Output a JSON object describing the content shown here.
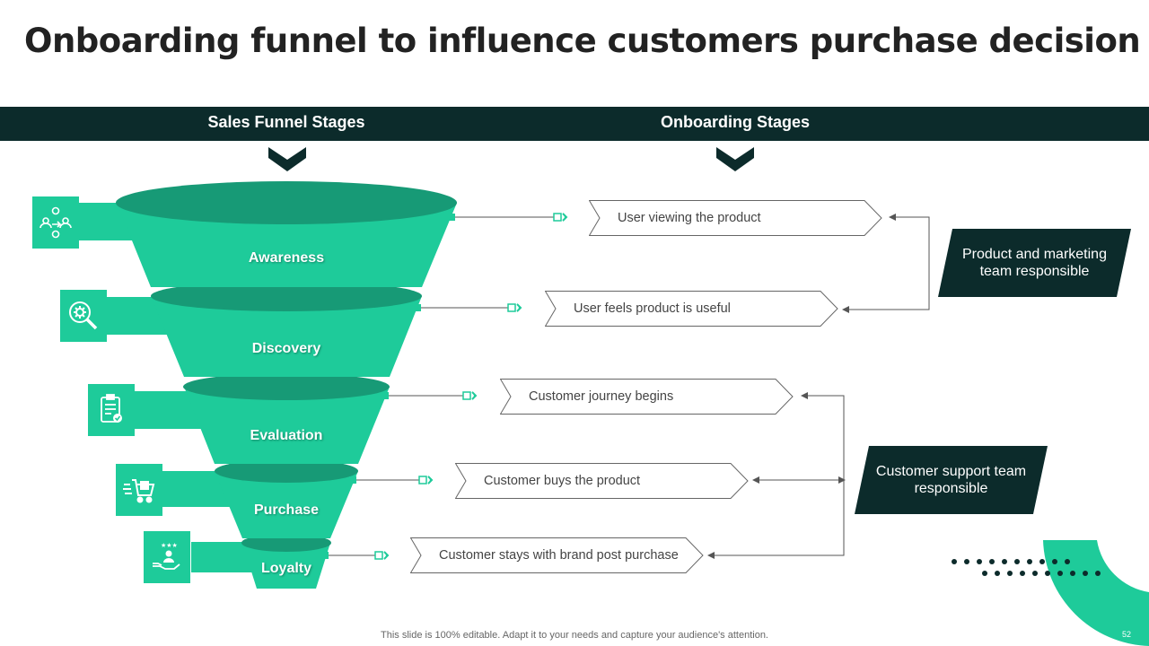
{
  "title": "Onboarding funnel to influence customers purchase decision",
  "headers": {
    "sales_funnel": "Sales Funnel Stages",
    "onboarding": "Onboarding Stages"
  },
  "funnel_stages": [
    {
      "label": "Awareness",
      "icon": "users-network-icon"
    },
    {
      "label": "Discovery",
      "icon": "magnifier-gear-icon"
    },
    {
      "label": "Evaluation",
      "icon": "clipboard-check-icon"
    },
    {
      "label": "Purchase",
      "icon": "shopping-cart-icon"
    },
    {
      "label": "Loyalty",
      "icon": "hand-person-stars-icon"
    }
  ],
  "onboarding_stages": [
    "User viewing the product",
    "User feels product is useful",
    "Customer journey begins",
    "Customer buys the product",
    "Customer stays with brand post purchase"
  ],
  "teams": [
    "Product and marketing team responsible",
    "Customer support team responsible"
  ],
  "footer": "This slide is 100% editable. Adapt it to your needs and capture your audience's attention.",
  "page_number": "52",
  "colors": {
    "accent": "#1ecb9a",
    "accent_dark": "#179a76",
    "dark": "#0c2b2b"
  }
}
